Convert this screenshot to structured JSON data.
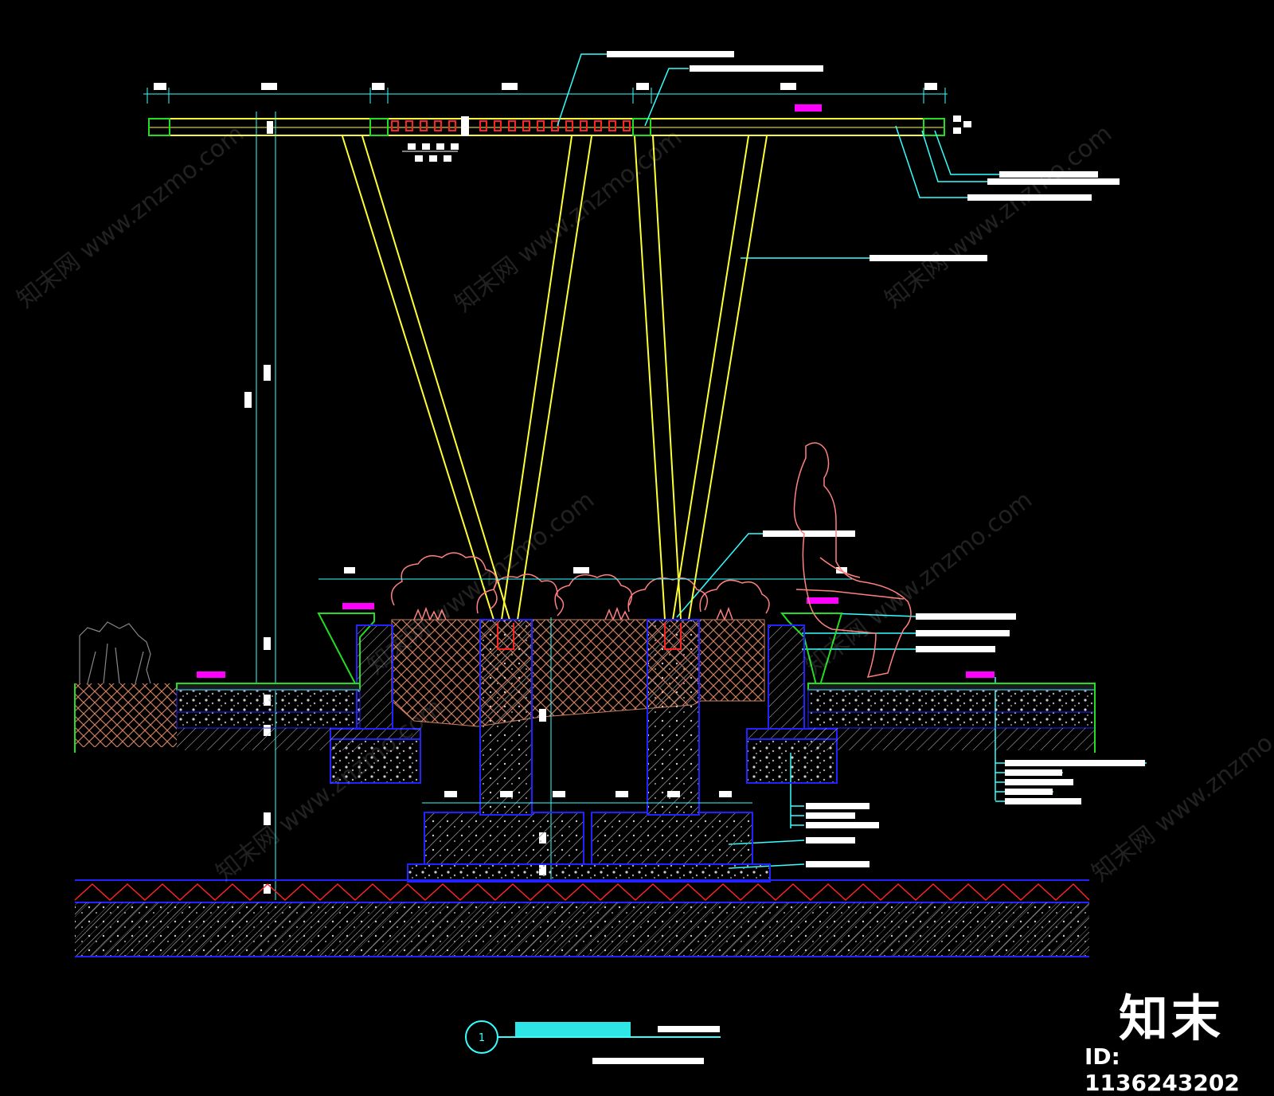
{
  "drawing": {
    "detail_number": "1",
    "colors": {
      "background": "#000000",
      "cyan": "#33ffff",
      "yellow": "#ffff33",
      "green": "#22dd22",
      "blue": "#2222ff",
      "red": "#ff2222",
      "magenta": "#ff00ff",
      "pink": "#ff8080",
      "soil": "#d08060",
      "white": "#ffffff"
    }
  },
  "watermark": {
    "site": "知末网 www.znzmo.com"
  },
  "brand": {
    "logo_text": "知末",
    "id_text": "ID: 1136243202"
  }
}
